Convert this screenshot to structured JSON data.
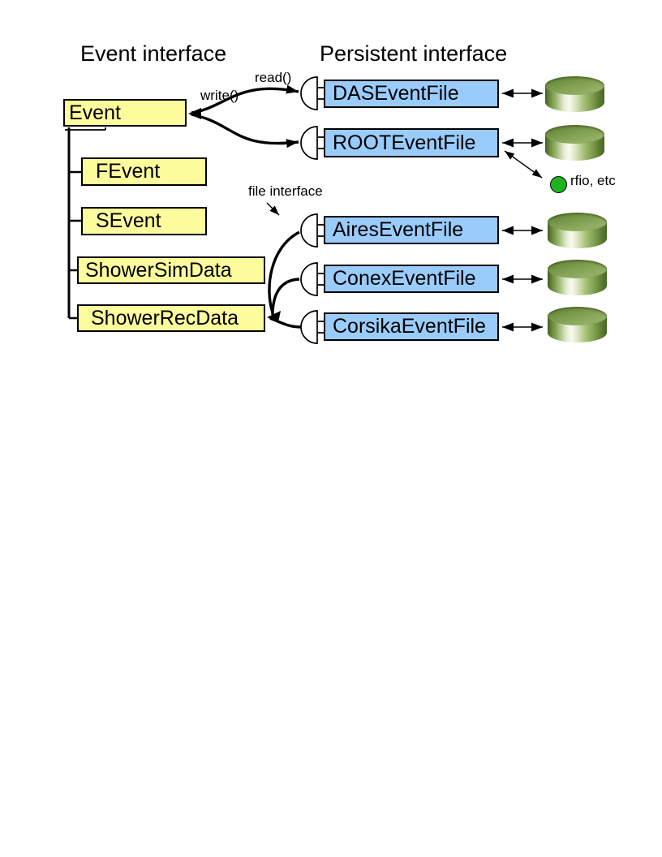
{
  "titles": {
    "left": "Event interface",
    "right": "Persistent interface"
  },
  "class_hierarchy": {
    "root": "Event",
    "children": [
      "FEvent",
      "SEvent",
      "ShowerSimData",
      "ShowerRecData"
    ]
  },
  "file_classes": [
    "DASEventFile",
    "ROOTEventFile",
    "AiresEventFile",
    "ConexEventFile",
    "CorsikaEventFile"
  ],
  "annotations": {
    "read": "read()",
    "write": "write()",
    "file_interface": "file interface",
    "rfio": "rfio, etc"
  },
  "icons": {
    "storage": "database-cylinder-icon",
    "interface_socket": "socket-half-circle-icon",
    "rfio_dot": "green-circle-icon"
  },
  "colors": {
    "class_box": "#fcfc9c",
    "file_box": "#9accfb",
    "line": "#000000",
    "rfio_dot": "#1eb41e",
    "cylinder_dark_green": "#5b7a31",
    "cylinder_highlight": "#f8faf2",
    "background": "#ffffff"
  }
}
